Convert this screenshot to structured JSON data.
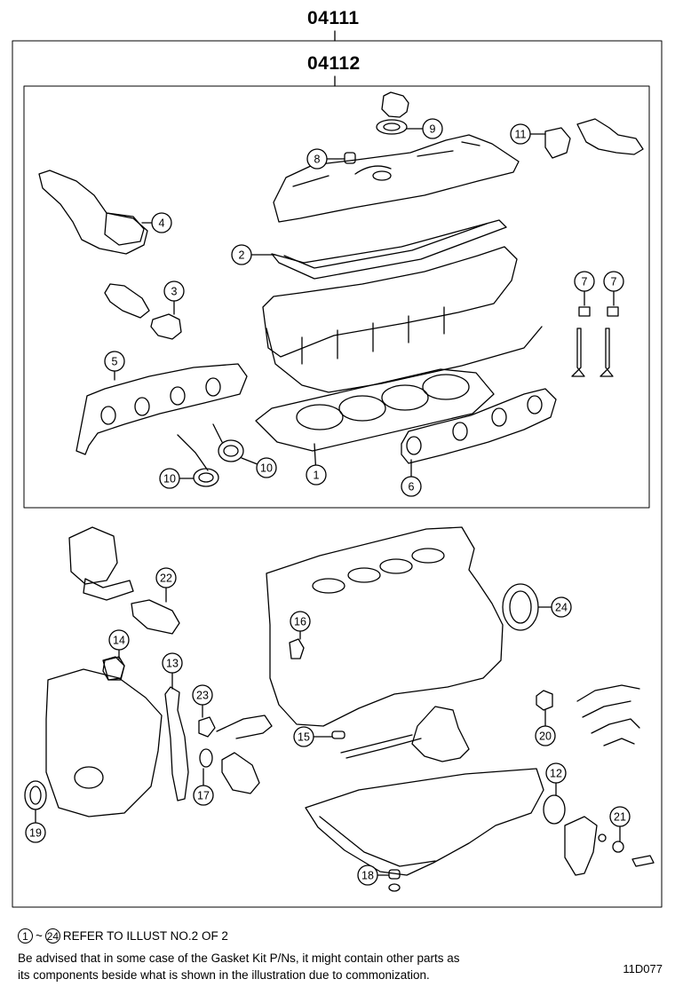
{
  "kit_outer_label": "04111",
  "kit_inner_label": "04112",
  "callouts": [
    "1",
    "2",
    "3",
    "4",
    "5",
    "6",
    "7",
    "7",
    "8",
    "9",
    "10",
    "10",
    "11",
    "12",
    "13",
    "14",
    "15",
    "16",
    "17",
    "18",
    "19",
    "20",
    "21",
    "22",
    "23",
    "24"
  ],
  "footer": {
    "ref_start": "1",
    "ref_tilde": "~",
    "ref_end": "24",
    "ref_text": "REFER TO ILLUST NO.2 OF 2",
    "note_line1": "Be advised that in some case of the Gasket Kit P/Ns,  it might contain other parts as",
    "note_line2": "its components beside what is shown in the illustration due to commonization."
  },
  "illustration_code": "11D077"
}
